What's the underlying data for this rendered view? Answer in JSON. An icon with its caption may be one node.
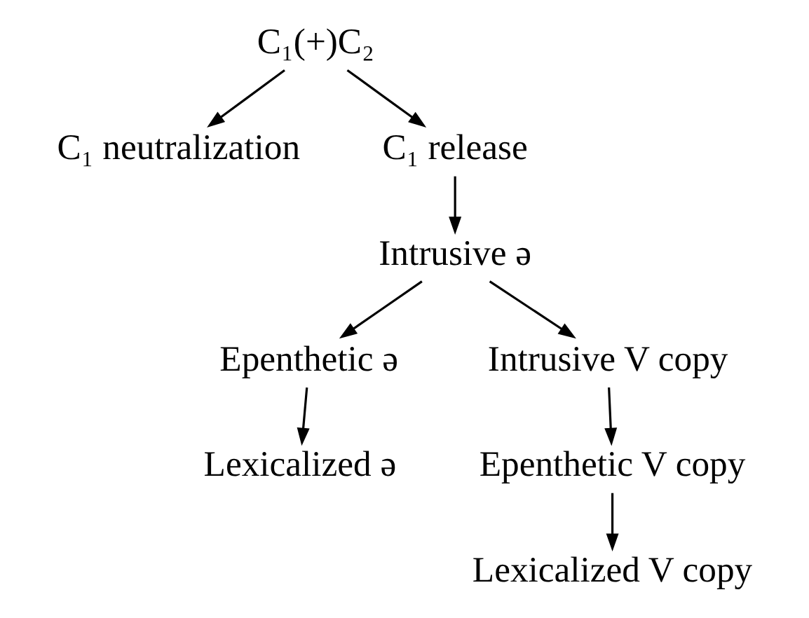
{
  "diagram": {
    "nodes": [
      {
        "text": [
          "C₁(+)C₂"
        ]
      },
      {
        "text": [
          "C₁ neutralization"
        ]
      },
      {
        "text": [
          "C₁ release"
        ]
      },
      {
        "text": [
          "Intrusive ə"
        ]
      },
      {
        "text": [
          "Epenthetic ə"
        ]
      },
      {
        "text": [
          "Intrusive V copy"
        ]
      },
      {
        "text": [
          "Lexicalized ə"
        ]
      },
      {
        "text": [
          "Epenthetic V copy"
        ]
      },
      {
        "text": [
          "Lexicalized V copy"
        ]
      }
    ],
    "edges": [
      {
        "from": 0,
        "to": 1,
        "arrow": "to"
      },
      {
        "from": 0,
        "to": 2,
        "arrow": "to"
      },
      {
        "from": 2,
        "to": 3,
        "arrow": "to"
      },
      {
        "from": 3,
        "to": 4,
        "arrow": "to"
      },
      {
        "from": 3,
        "to": 5,
        "arrow": "to"
      },
      {
        "from": 4,
        "to": 6,
        "arrow": "to"
      },
      {
        "from": 5,
        "to": 7,
        "arrow": "to"
      },
      {
        "from": 7,
        "to": 8,
        "arrow": "to"
      }
    ]
  }
}
